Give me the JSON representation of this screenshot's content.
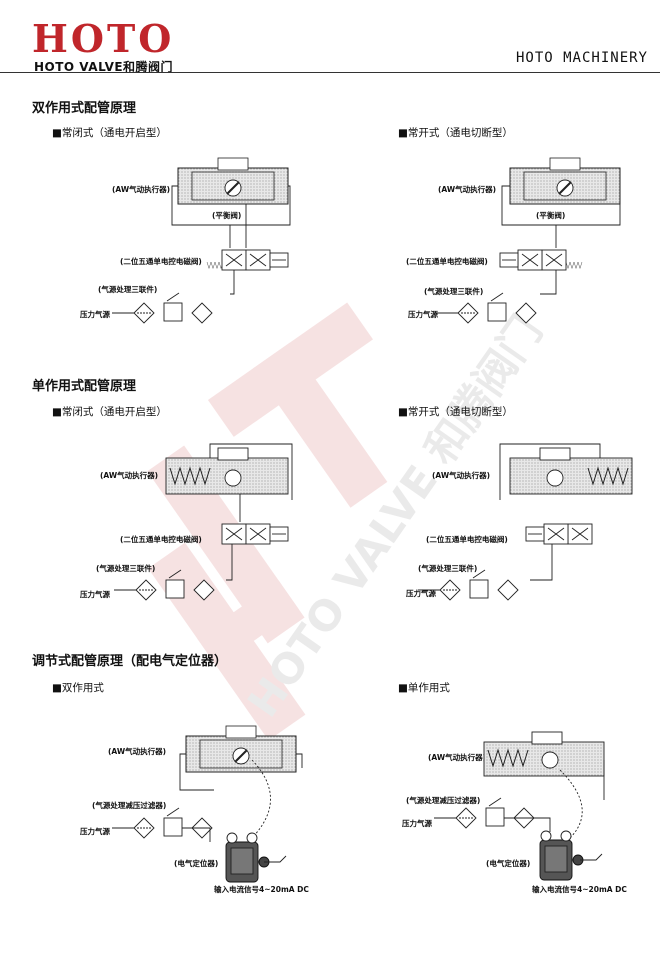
{
  "header": {
    "brand_word": "HOTO",
    "brand_sub": "HOTO VALVE和腾阀门",
    "right_title": "HOTO MACHINERY",
    "watermark": "HOTO VALVE 和腾阀门"
  },
  "sections": [
    {
      "title": "双作用式配管原理",
      "left": {
        "subtitle": "■常闭式（通电开启型）",
        "actuator": "(AW气动执行器)",
        "balance_valve": "(平衡阀)",
        "solenoid": "(二位五通单电控电磁阀)",
        "frl": "(气源处理三联件)",
        "supply": "压力气源"
      },
      "right": {
        "subtitle": "■常开式（通电切断型）",
        "actuator": "(AW气动执行器)",
        "balance_valve": "(平衡阀)",
        "solenoid": "(二位五通单电控电磁阀)",
        "frl": "(气源处理三联件)",
        "supply": "压力气源"
      }
    },
    {
      "title": "单作用式配管原理",
      "left": {
        "subtitle": "■常闭式（通电开启型）",
        "actuator": "(AW气动执行器)",
        "solenoid": "(二位五通单电控电磁阀)",
        "frl": "(气源处理三联件)",
        "supply": "压力气源"
      },
      "right": {
        "subtitle": "■常开式（通电切断型）",
        "actuator": "(AW气动执行器)",
        "solenoid": "(二位五通单电控电磁阀)",
        "frl": "(气源处理三联件)",
        "supply": "压力气源"
      }
    },
    {
      "title": "调节式配管原理（配电气定位器）",
      "left": {
        "subtitle": "■双作用式",
        "actuator": "(AW气动执行器)",
        "regulator": "(气源处理减压过滤器)",
        "supply": "压力气源",
        "positioner": "(电气定位器)",
        "signal": "输入电流信号4~20mA DC"
      },
      "right": {
        "subtitle": "■单作用式",
        "actuator": "(AW气动执行器)",
        "regulator": "(气源处理减压过滤器)",
        "supply": "压力气源",
        "positioner": "(电气定位器)",
        "signal": "输入电流信号4~20mA DC"
      }
    }
  ]
}
